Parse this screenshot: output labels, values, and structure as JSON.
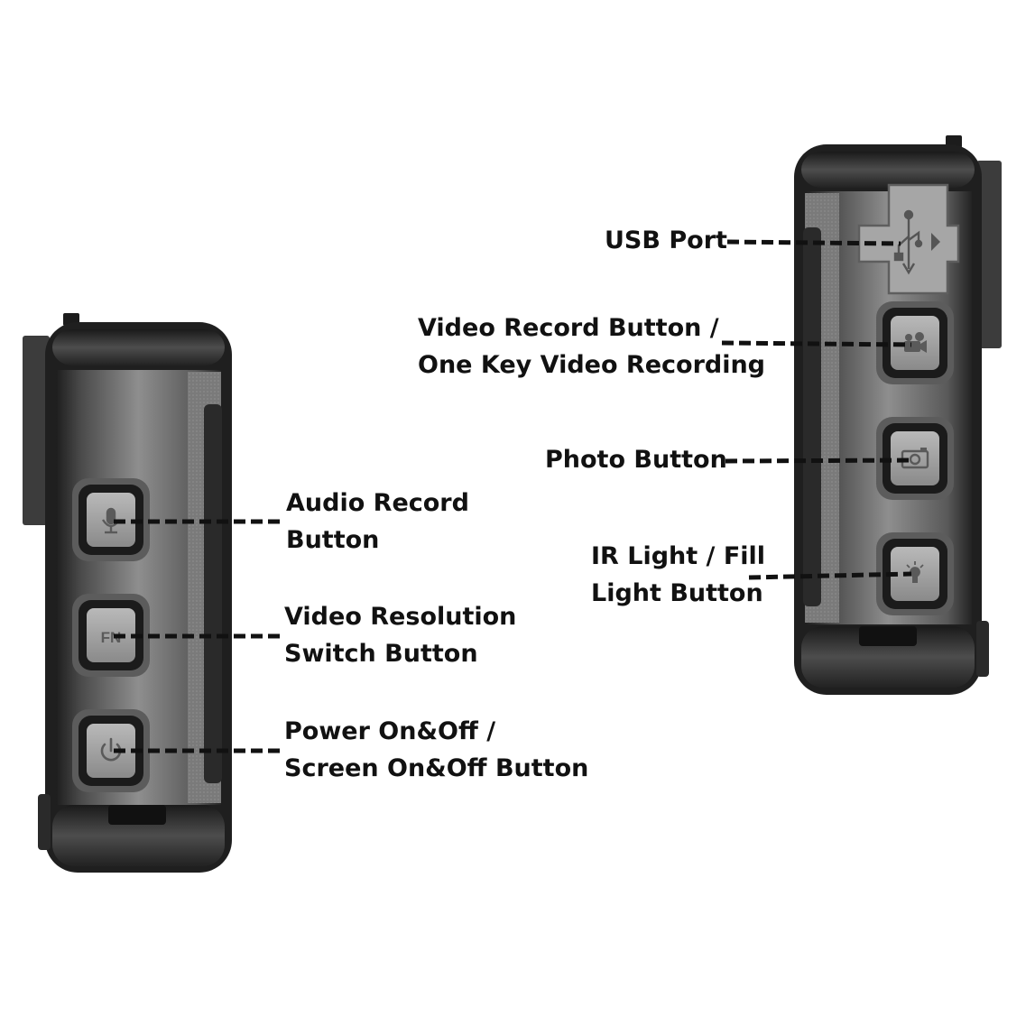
{
  "callouts": {
    "audio_record": {
      "line1": "Audio Record",
      "line2": "Button"
    },
    "video_resolution": {
      "line1": "Video Resolution",
      "line2": "Switch Button"
    },
    "power": {
      "line1": "Power On&Off /",
      "line2": "Screen On&Off Button"
    },
    "usb_port": {
      "line1": "USB Port"
    },
    "video_record": {
      "line1": "Video Record Button /",
      "line2": "One Key Video Recording"
    },
    "photo": {
      "line1": "Photo Button"
    },
    "ir_light": {
      "line1": "IR Light / Fill",
      "line2": "Light Button"
    }
  },
  "button_marks": {
    "fn": "FN"
  },
  "icons": {
    "left_device": [
      "microphone-icon",
      "fn-label",
      "power-icon"
    ],
    "right_device": [
      "usb-icon",
      "video-camera-icon",
      "camera-icon",
      "bulb-icon"
    ]
  },
  "colors": {
    "body_dark": "#2b2b2b",
    "body_mid": "#5f5f5f",
    "panel_light": "#9a9a9a",
    "line": "#111111",
    "text": "#111111"
  }
}
